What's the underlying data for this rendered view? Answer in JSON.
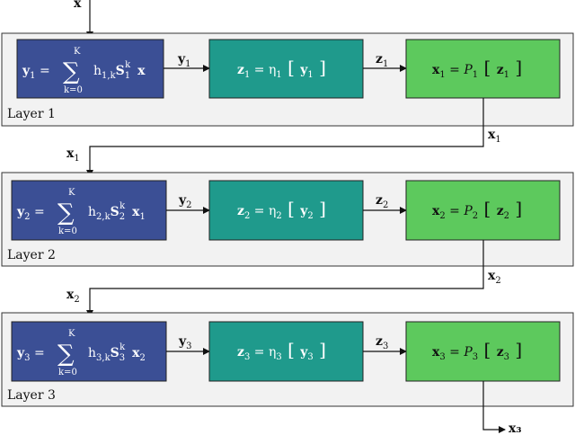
{
  "input_label": "x",
  "output_label": "x₃",
  "colors": {
    "filter_box": "#3b4f95",
    "activation_box": "#1f9a8c",
    "pool_box": "#5dc95d",
    "layer_panel": "#f2f2f2"
  },
  "layers": [
    {
      "name": "Layer 1",
      "filter": {
        "y": "y",
        "sub": "1",
        "sum_top": "K",
        "sum_bottom": "k=0",
        "h": "h",
        "h_sub": "1,k",
        "S": "S",
        "S_sub": "1",
        "S_sup": "k",
        "x": "x",
        "x_sub": ""
      },
      "y_label": "y",
      "y_sub": "1",
      "activation": {
        "z": "z",
        "sub": "1",
        "eta": "η",
        "eta_sub": "1",
        "arg": "y",
        "arg_sub": "1"
      },
      "z_label": "z",
      "z_sub": "1",
      "pool": {
        "x": "x",
        "sub": "1",
        "P": "P",
        "P_sub": "1",
        "arg": "z",
        "arg_sub": "1"
      },
      "out_label": "x",
      "out_sub": "1"
    },
    {
      "name": "Layer 2",
      "in_label": "x",
      "in_sub": "1",
      "filter": {
        "y": "y",
        "sub": "2",
        "sum_top": "K",
        "sum_bottom": "k=0",
        "h": "h",
        "h_sub": "2,k",
        "S": "S",
        "S_sub": "2",
        "S_sup": "k",
        "x": "x",
        "x_sub": "1"
      },
      "y_label": "y",
      "y_sub": "2",
      "activation": {
        "z": "z",
        "sub": "2",
        "eta": "η",
        "eta_sub": "2",
        "arg": "y",
        "arg_sub": "2"
      },
      "z_label": "z",
      "z_sub": "2",
      "pool": {
        "x": "x",
        "sub": "2",
        "P": "P",
        "P_sub": "2",
        "arg": "z",
        "arg_sub": "2"
      },
      "out_label": "x",
      "out_sub": "2"
    },
    {
      "name": "Layer 3",
      "in_label": "x",
      "in_sub": "2",
      "filter": {
        "y": "y",
        "sub": "3",
        "sum_top": "K",
        "sum_bottom": "k=0",
        "h": "h",
        "h_sub": "3,k",
        "S": "S",
        "S_sub": "3",
        "S_sup": "k",
        "x": "x",
        "x_sub": "2"
      },
      "y_label": "y",
      "y_sub": "3",
      "activation": {
        "z": "z",
        "sub": "3",
        "eta": "η",
        "eta_sub": "3",
        "arg": "y",
        "arg_sub": "3"
      },
      "z_label": "z",
      "z_sub": "3",
      "pool": {
        "x": "x",
        "sub": "3",
        "P": "P",
        "P_sub": "3",
        "arg": "z",
        "arg_sub": "3"
      }
    }
  ]
}
